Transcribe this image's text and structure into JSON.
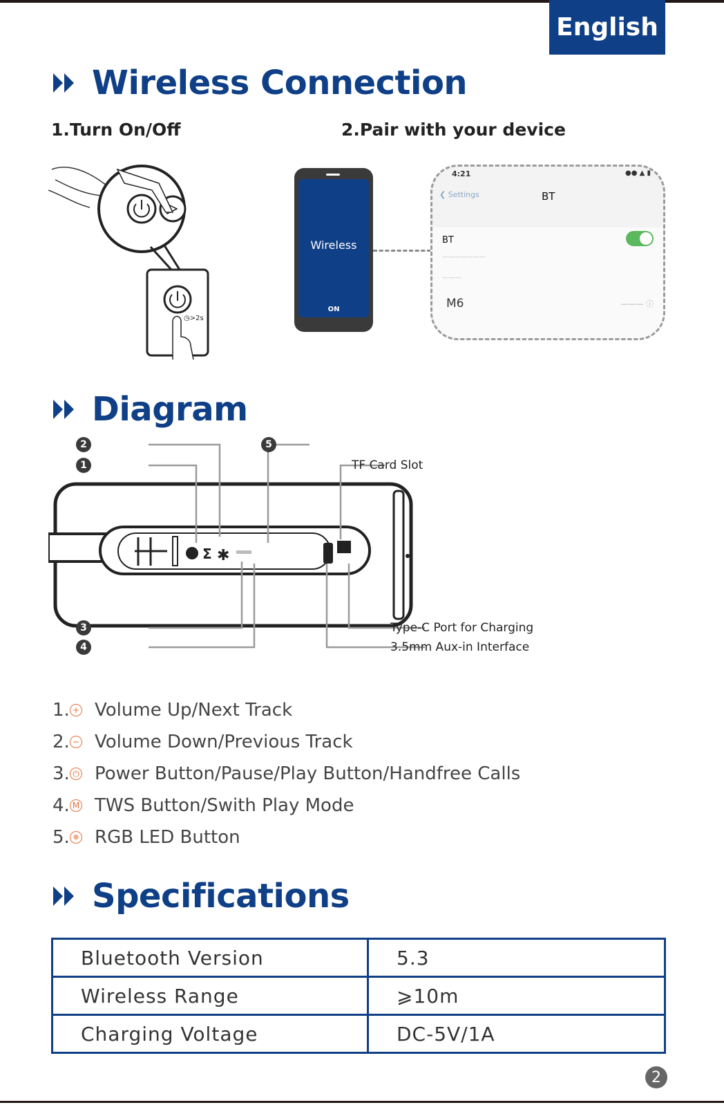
{
  "header": {
    "language_tab": "English"
  },
  "sections": {
    "wireless": {
      "title": "Wireless Connection",
      "step1_label": "1.Turn On/Off",
      "step1_hold_text": "◷>2s",
      "step2_label": "2.Pair with your device",
      "phone": {
        "title": "Wireless",
        "status": "ON"
      },
      "settings": {
        "time": "4:21",
        "back": "Settings",
        "nav_title": "BT",
        "bt_name": "BT",
        "device": "M6"
      }
    },
    "diagram": {
      "title": "Diagram",
      "markers": [
        "1",
        "2",
        "3",
        "4",
        "5"
      ],
      "callouts": {
        "tf_card": "TF Card Slot",
        "type_c": "Type-C Port for Charging",
        "aux": "3.5mm Aux-in Interface"
      }
    },
    "specs": {
      "title": "Specifications"
    }
  },
  "buttons_list": [
    {
      "num": "1.",
      "icon": "+",
      "icon_name": "plus-icon",
      "text": "Volume Up/Next Track"
    },
    {
      "num": "2.",
      "icon": "−",
      "icon_name": "minus-icon",
      "text": "Volume Down/Previous Track"
    },
    {
      "num": "3.",
      "icon": "⏻",
      "icon_name": "power-icon",
      "text": "Power Button/Pause/Play Button/Handfree Calls"
    },
    {
      "num": "4.",
      "icon": "M",
      "icon_name": "mode-icon",
      "text": "TWS Button/Swith Play Mode"
    },
    {
      "num": "5.",
      "icon": "✵",
      "icon_name": "rgb-light-icon",
      "text": "RGB LED Button"
    }
  ],
  "specs_table": [
    {
      "name": "Bluetooth Version",
      "value": "5.3"
    },
    {
      "name": "Wireless Range",
      "value": "⩾10m"
    },
    {
      "name": "Charging Voltage",
      "value": "DC-5V/1A"
    }
  ],
  "footer": {
    "page_number": "2"
  },
  "colors": {
    "brand_blue": "#0f3f86",
    "accent_orange": "#e8703a",
    "toggle_green": "#5cb85c"
  }
}
